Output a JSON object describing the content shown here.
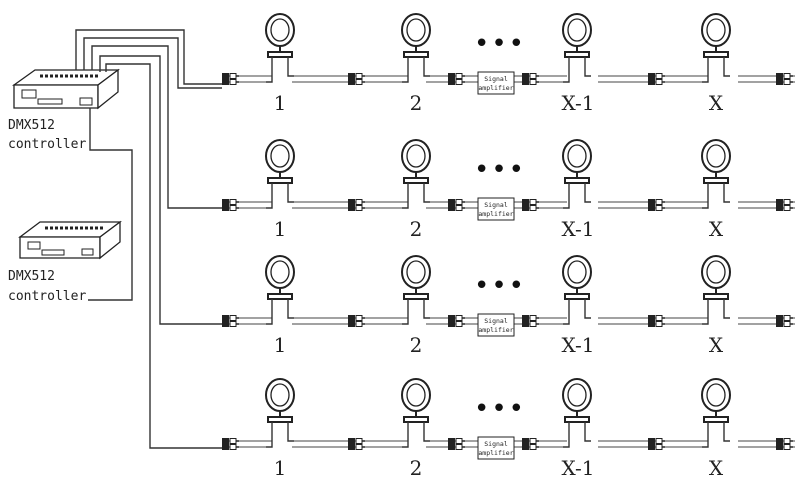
{
  "controllers": [
    {
      "label_line1": "DMX512",
      "label_line2": "controller"
    },
    {
      "label_line1": "DMX512",
      "label_line2": "controller"
    }
  ],
  "amplifier": {
    "line1": "Signal",
    "line2": "amplifier"
  },
  "ellipsis": "•••",
  "lamp_labels": [
    "1",
    "2",
    "X-1",
    "X"
  ],
  "rows": 4,
  "colors": {
    "line": "#333333",
    "background": "#ffffff"
  },
  "icons": [
    "dmx-controller-icon",
    "led-lamp-icon",
    "signal-amplifier-icon",
    "connector-icon"
  ]
}
